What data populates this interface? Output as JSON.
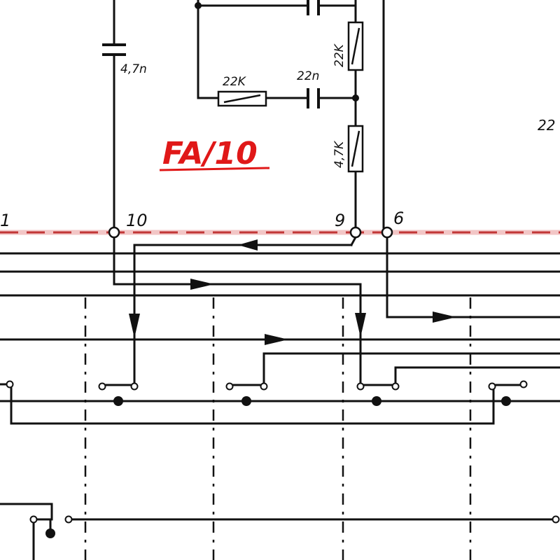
{
  "title": "FA/10",
  "terminals": [
    "1",
    "10",
    "9",
    "6"
  ],
  "components": {
    "cap_left": "4,7n",
    "res_top_vertical": "22K",
    "res_horizontal": "22K",
    "cap_middle": "22n",
    "res_lower_vertical": "4,7K",
    "right_edge": "22"
  },
  "colors": {
    "ink": "#111111",
    "annotation_red": "#e01818",
    "separator_red": "#b81c1c"
  }
}
